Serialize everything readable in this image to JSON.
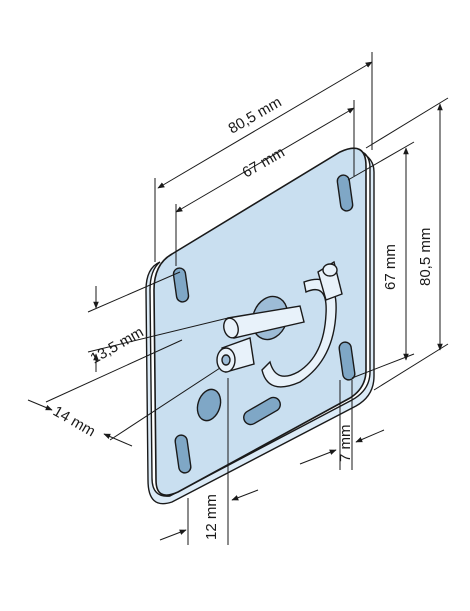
{
  "dimensions": {
    "width_overall": "80,5 mm",
    "width_holes": "67 mm",
    "height_holes": "67 mm",
    "height_overall": "80,5 mm",
    "vertical_offset": "13,5 mm",
    "left_offset": "14 mm",
    "bottom_offset": "12 mm",
    "slot_width": "7 mm"
  }
}
